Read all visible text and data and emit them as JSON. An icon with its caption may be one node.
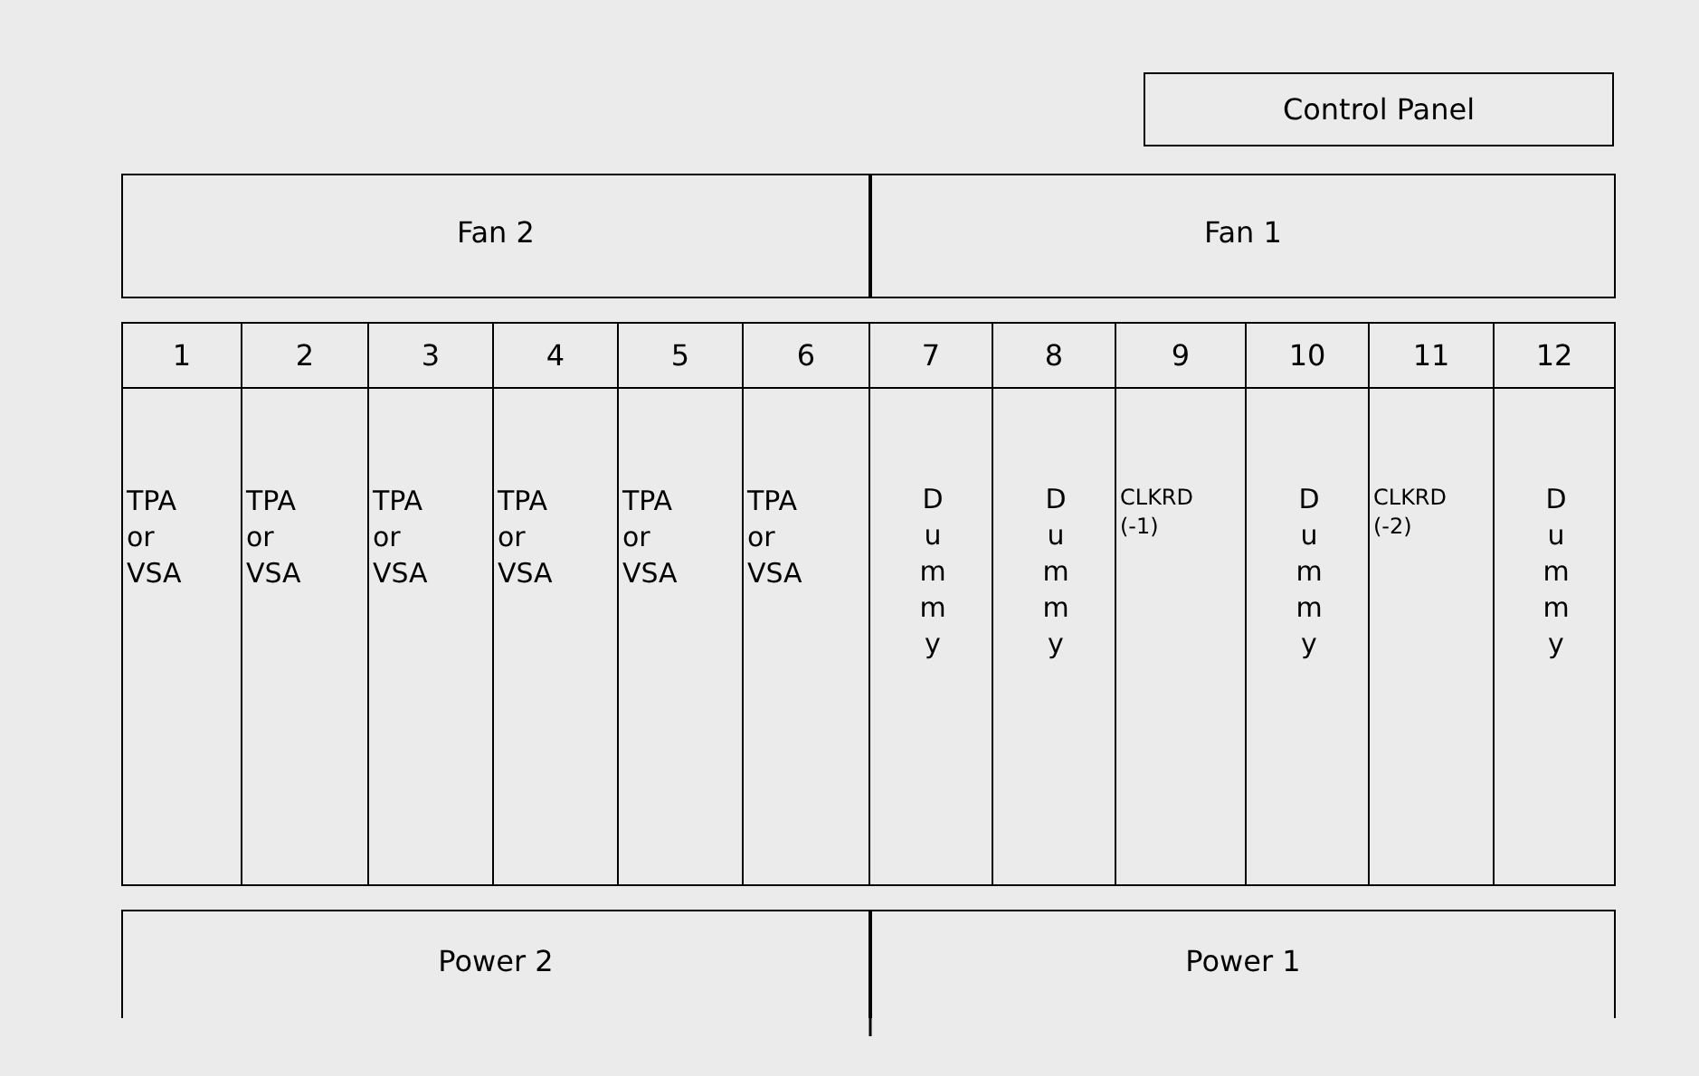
{
  "diagram": {
    "nodes": [
      {
        "text": [
          "Control Panel"
        ]
      },
      {
        "text": [
          "Fan 2"
        ]
      },
      {
        "text": [
          "Fan 1"
        ]
      },
      {
        "text": [
          "1",
          "TPA or VSA"
        ]
      },
      {
        "text": [
          "2",
          "TPA or VSA"
        ]
      },
      {
        "text": [
          "3",
          "TPA or VSA"
        ]
      },
      {
        "text": [
          "4",
          "TPA or VSA"
        ]
      },
      {
        "text": [
          "5",
          "TPA or VSA"
        ]
      },
      {
        "text": [
          "6",
          "TPA or VSA"
        ]
      },
      {
        "text": [
          "7",
          "Dummy"
        ]
      },
      {
        "text": [
          "8",
          "Dummy"
        ]
      },
      {
        "text": [
          "9",
          "CLKRD (-1)"
        ]
      },
      {
        "text": [
          "10",
          "Dummy"
        ]
      },
      {
        "text": [
          "11",
          "CLKRD (-2)"
        ]
      },
      {
        "text": [
          "12",
          "Dummy"
        ]
      },
      {
        "text": [
          "Power 2"
        ]
      },
      {
        "text": [
          "Power 1"
        ]
      }
    ]
  }
}
